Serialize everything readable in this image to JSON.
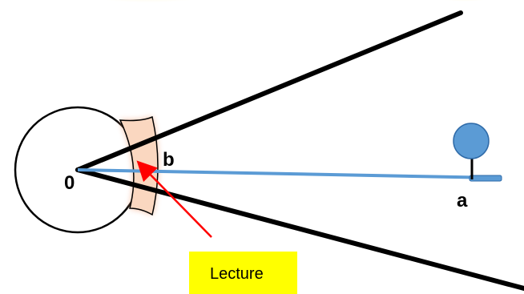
{
  "labels": {
    "origin": "0",
    "b": "b",
    "a": "a",
    "lecture": "Lecture"
  },
  "colors": {
    "line": "#000000",
    "beam": "#5B9BD5",
    "target": "#5B9BD5",
    "scale_fill": "#FAD7C0",
    "scale_glow": "#F4A37A",
    "arrow": "#FF0000",
    "lecture_box": "#FFFF00",
    "top_glow": "#FFE87A"
  }
}
